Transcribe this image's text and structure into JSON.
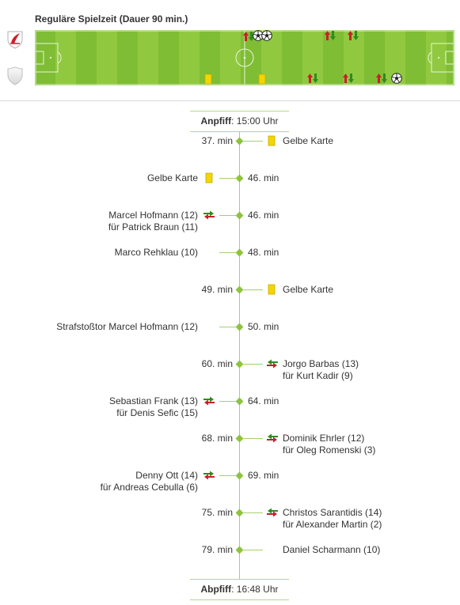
{
  "header": {
    "title": "Reguläre Spielzeit (Dauer 90 min.)"
  },
  "colors": {
    "pitch_light": "#90c940",
    "pitch_dark": "#7fbd35",
    "timeline": "#a6cf6e",
    "card_yellow": "#f3d600",
    "sub_in": "#2f8a1f",
    "sub_out": "#c8202a"
  },
  "pitch_markers": [
    {
      "team": "home",
      "type": "sub",
      "icon": "substitution-icon"
    },
    {
      "team": "home",
      "type": "goal",
      "icon": "ball-icon"
    },
    {
      "team": "home",
      "type": "goal",
      "icon": "ball-icon"
    },
    {
      "team": "home",
      "type": "sub",
      "icon": "substitution-icon"
    },
    {
      "team": "home",
      "type": "sub",
      "icon": "substitution-icon"
    },
    {
      "team": "away",
      "type": "yellow",
      "icon": "yellow-card-icon"
    },
    {
      "team": "away",
      "type": "yellow",
      "icon": "yellow-card-icon"
    },
    {
      "team": "away",
      "type": "sub",
      "icon": "substitution-icon"
    },
    {
      "team": "away",
      "type": "sub",
      "icon": "substitution-icon"
    },
    {
      "team": "away",
      "type": "sub",
      "icon": "substitution-icon"
    },
    {
      "team": "away",
      "type": "goal",
      "icon": "ball-icon"
    }
  ],
  "timeline": {
    "kickoff_label": "Anpfiff",
    "kickoff_time": ": 15:00 Uhr",
    "final_label": "Abpfiff",
    "final_time": ": 16:48 Uhr",
    "events": [
      {
        "minute": "37. min",
        "side": "right",
        "icon": "yellow",
        "line1": "Gelbe Karte",
        "line2": ""
      },
      {
        "minute": "46. min",
        "side": "left",
        "icon": "yellow",
        "line1": "Gelbe Karte",
        "line2": ""
      },
      {
        "minute": "46. min",
        "side": "left",
        "icon": "sub",
        "line1": "Marcel Hofmann (12)",
        "line2": "für Patrick Braun (11)"
      },
      {
        "minute": "48. min",
        "side": "left",
        "icon": "goal",
        "line1": "Marco Rehklau (10)",
        "line2": ""
      },
      {
        "minute": "49. min",
        "side": "right",
        "icon": "yellow",
        "line1": "Gelbe Karte",
        "line2": ""
      },
      {
        "minute": "50. min",
        "side": "left",
        "icon": "goal",
        "line1": "Strafstoßtor Marcel Hofmann (12)",
        "line2": ""
      },
      {
        "minute": "60. min",
        "side": "right",
        "icon": "sub",
        "line1": "Jorgo Barbas (13)",
        "line2": "für Kurt Kadir (9)"
      },
      {
        "minute": "64. min",
        "side": "left",
        "icon": "sub",
        "line1": "Sebastian Frank (13)",
        "line2": "für Denis Sefic (15)"
      },
      {
        "minute": "68. min",
        "side": "right",
        "icon": "sub",
        "line1": "Dominik Ehrler (12)",
        "line2": "für Oleg Romenski (3)"
      },
      {
        "minute": "69. min",
        "side": "left",
        "icon": "sub",
        "line1": "Denny Ott (14)",
        "line2": "für Andreas Cebulla (6)"
      },
      {
        "minute": "75. min",
        "side": "right",
        "icon": "sub",
        "line1": "Christos Sarantidis (14)",
        "line2": "für Alexander Martin (2)"
      },
      {
        "minute": "79. min",
        "side": "right",
        "icon": "goal",
        "line1": "Daniel Scharmann (10)",
        "line2": ""
      }
    ]
  }
}
